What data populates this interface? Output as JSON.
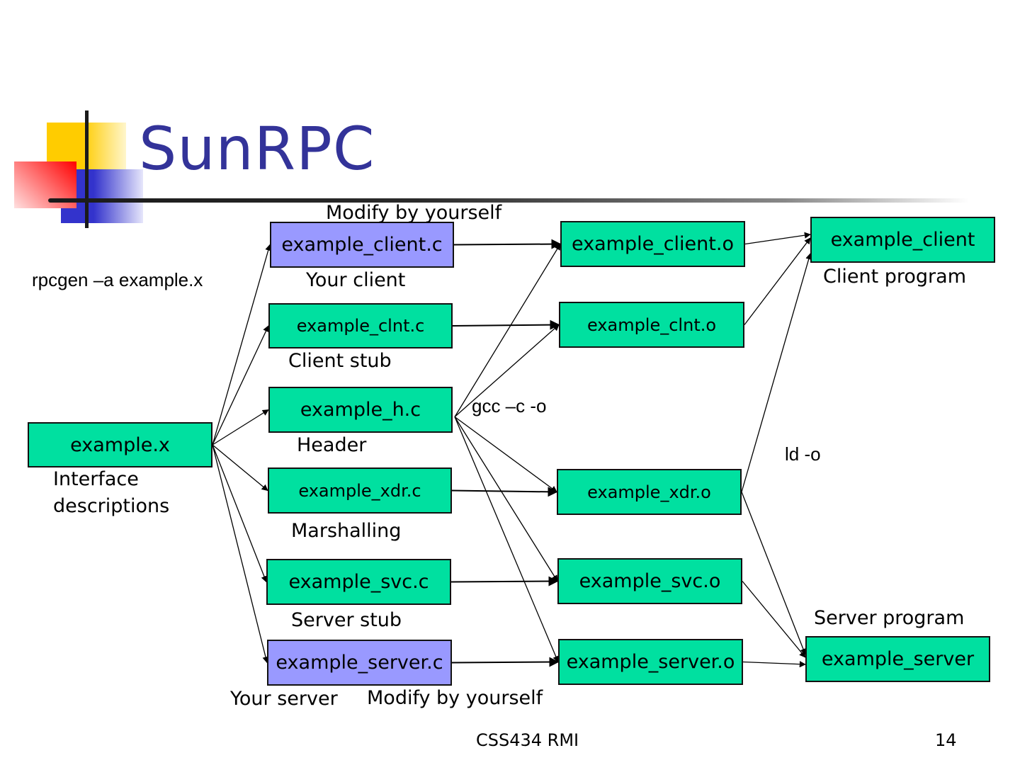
{
  "slide": {
    "title": "SunRPC",
    "footer_text": "CSS434 RMI",
    "page_number": "14"
  },
  "colors": {
    "title": "#333399",
    "generated_file": "#00e0a0",
    "user_file": "#9999ff"
  },
  "commands": {
    "rpcgen": "rpcgen –a example.x",
    "gcc": "gcc –c -o",
    "ld": "ld -o"
  },
  "nodes": {
    "example_x": "example.x",
    "example_client_c": "example_client.c",
    "example_clnt_c": "example_clnt.c",
    "example_h_c": "example_h.c",
    "example_xdr_c": "example_xdr.c",
    "example_svc_c": "example_svc.c",
    "example_server_c": "example_server.c",
    "example_client_o": "example_client.o",
    "example_clnt_o": "example_clnt.o",
    "example_xdr_o": "example_xdr.o",
    "example_svc_o": "example_svc.o",
    "example_server_o": "example_server.o",
    "example_client": "example_client",
    "example_server": "example_server"
  },
  "labels": {
    "interface_line1": "Interface",
    "interface_line2": "descriptions",
    "modify_top": "Modify by yourself",
    "your_client": "Your client",
    "client_stub": "Client stub",
    "header": "Header",
    "marshalling": "Marshalling",
    "server_stub": "Server stub",
    "your_server": "Your server",
    "modify_bottom": "Modify by yourself",
    "client_program": "Client program",
    "server_program": "Server program"
  },
  "edges": [
    {
      "from": "example_x",
      "to": "example_client_c"
    },
    {
      "from": "example_x",
      "to": "example_clnt_c"
    },
    {
      "from": "example_x",
      "to": "example_h_c"
    },
    {
      "from": "example_x",
      "to": "example_xdr_c"
    },
    {
      "from": "example_x",
      "to": "example_svc_c"
    },
    {
      "from": "example_x",
      "to": "example_server_c"
    },
    {
      "from": "example_client_c",
      "to": "example_client_o"
    },
    {
      "from": "example_clnt_c",
      "to": "example_clnt_o"
    },
    {
      "from": "example_xdr_c",
      "to": "example_xdr_o"
    },
    {
      "from": "example_svc_c",
      "to": "example_svc_o"
    },
    {
      "from": "example_server_c",
      "to": "example_server_o"
    },
    {
      "from": "example_h_c",
      "to": "example_client_o"
    },
    {
      "from": "example_h_c",
      "to": "example_clnt_o"
    },
    {
      "from": "example_h_c",
      "to": "example_xdr_o"
    },
    {
      "from": "example_h_c",
      "to": "example_svc_o"
    },
    {
      "from": "example_h_c",
      "to": "example_server_o"
    },
    {
      "from": "example_client_o",
      "to": "example_client"
    },
    {
      "from": "example_clnt_o",
      "to": "example_client"
    },
    {
      "from": "example_xdr_o",
      "to": "example_client"
    },
    {
      "from": "example_xdr_o",
      "to": "example_server"
    },
    {
      "from": "example_svc_o",
      "to": "example_server"
    },
    {
      "from": "example_server_o",
      "to": "example_server"
    }
  ]
}
